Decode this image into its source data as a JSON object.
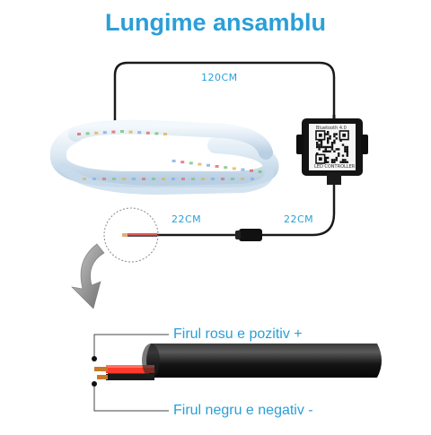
{
  "title": "Lungime ansamblu",
  "dimensions": {
    "main_cable": "120CM",
    "strip_lead": "22CM",
    "controller_lead": "22CM"
  },
  "controller": {
    "label_top": "Bluetooth 4.0",
    "label_bottom": "LED CONTROLLER"
  },
  "notes": {
    "red_wire": "Firul rosu e pozitiv +",
    "black_wire": "Firul negru e negativ -"
  },
  "colors": {
    "title": "#2a9fd8",
    "labels": "#2a9fd8",
    "cable": "#1a1a1a",
    "strip": "#dde9f3",
    "red_wire": "#d9251c",
    "copper": "#c77a2a"
  }
}
